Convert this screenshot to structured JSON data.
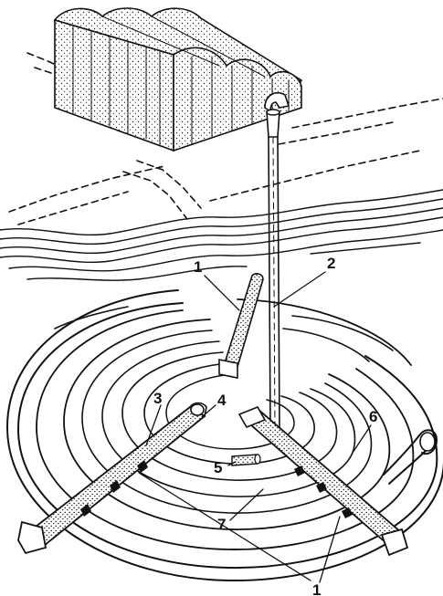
{
  "labels": {
    "l1_top": "1",
    "l2": "2",
    "l3": "3",
    "l4": "4",
    "l5": "5",
    "l6": "6",
    "l7": "7",
    "l1_bottom": "1"
  }
}
